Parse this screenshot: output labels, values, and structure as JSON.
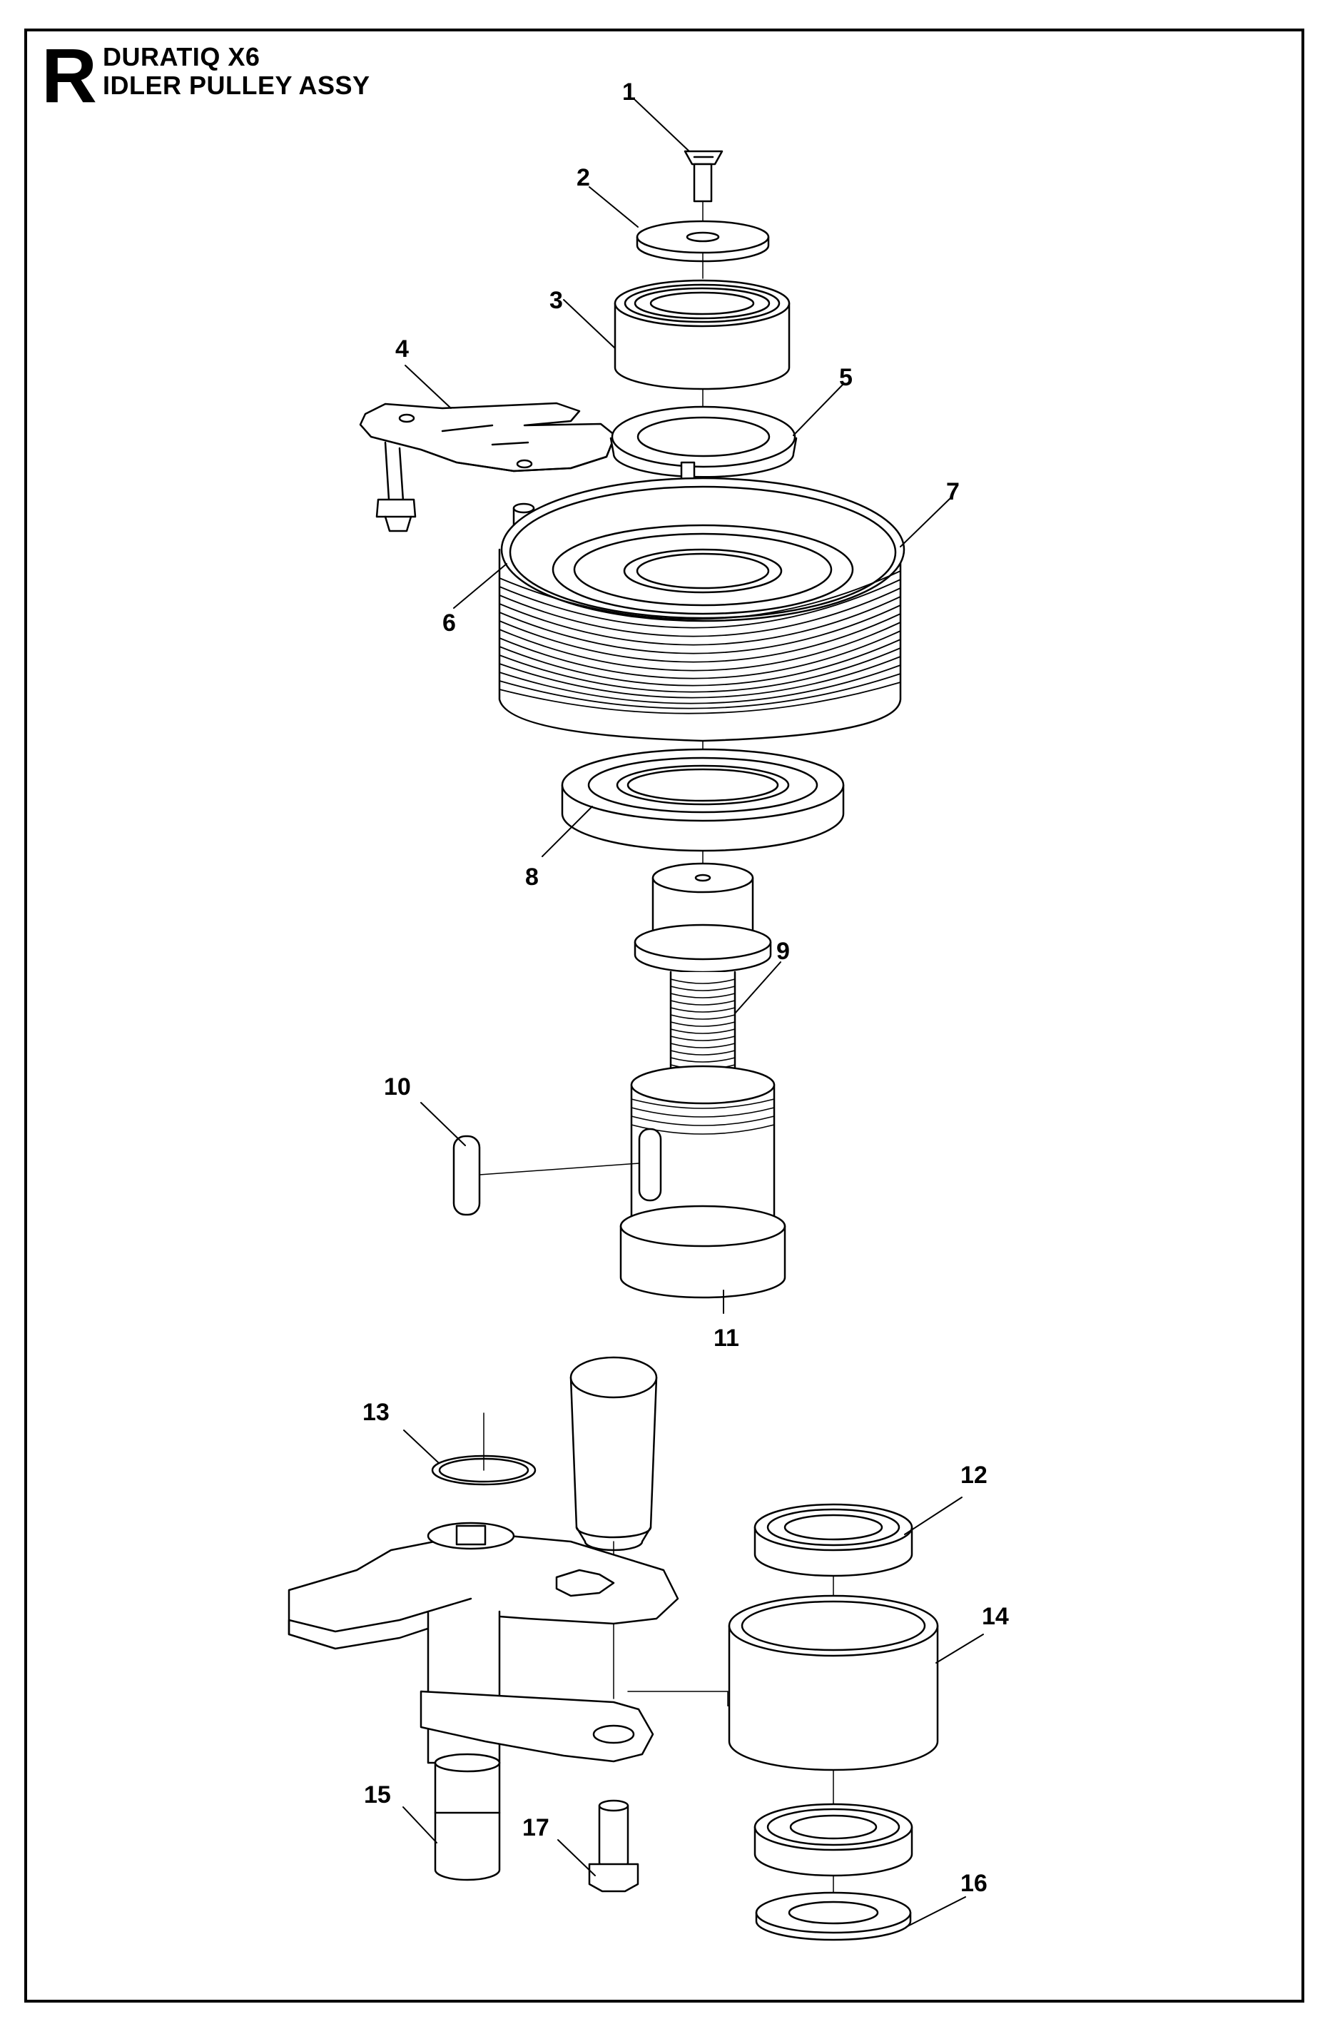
{
  "header": {
    "section_letter": "R",
    "model": "DURATIQ X6",
    "assembly": "IDLER PULLEY ASSY"
  },
  "callouts": [
    "1",
    "2",
    "3",
    "4",
    "5",
    "6",
    "7",
    "8",
    "9",
    "10",
    "11",
    "12",
    "13",
    "14",
    "15",
    "16",
    "17"
  ]
}
